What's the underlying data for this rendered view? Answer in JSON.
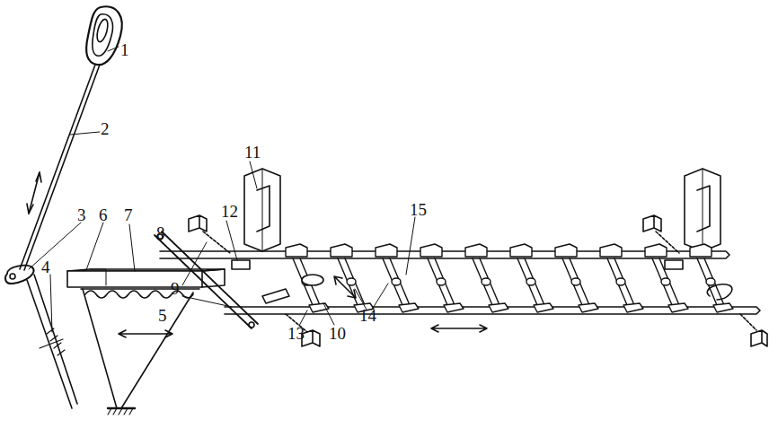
{
  "diagram": {
    "labels": [
      "1",
      "2",
      "3",
      "6",
      "7",
      "8",
      "11",
      "12",
      "15",
      "9",
      "13",
      "10",
      "14",
      "4",
      "5"
    ]
  }
}
